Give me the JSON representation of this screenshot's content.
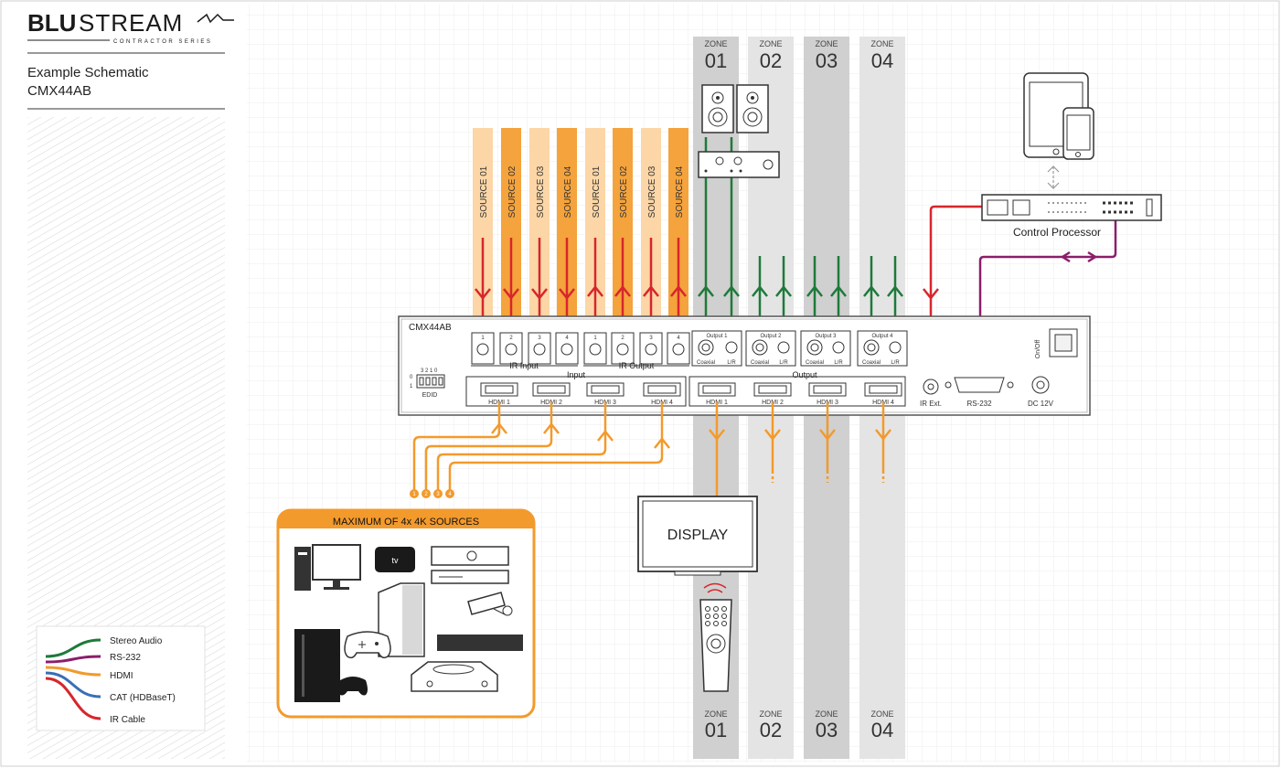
{
  "header": {
    "brand_bold": "BLU",
    "brand_thin": "STREAM",
    "brand_sub": "CONTRACTOR SERIES",
    "title_line1": "Example Schematic",
    "title_line2": "CMX44AB"
  },
  "zones": {
    "word": "ZONE",
    "numbers": [
      "01",
      "02",
      "03",
      "04"
    ]
  },
  "sources": {
    "ir_input": [
      "SOURCE 01",
      "SOURCE 02",
      "SOURCE 03",
      "SOURCE 04"
    ],
    "ir_output": [
      "SOURCE 01",
      "SOURCE 02",
      "SOURCE 03",
      "SOURCE 04"
    ]
  },
  "device": {
    "model": "CMX44AB",
    "ir_port_numbers": [
      "1",
      "2",
      "3",
      "4"
    ],
    "ir_input_label": "IR Input",
    "ir_output_label": "IR Output",
    "audio_outputs": [
      "Output 1",
      "Output 2",
      "Output 3",
      "Output 4"
    ],
    "coaxial": "Coaxial",
    "lr": "L/R",
    "input_group": "Input",
    "output_group": "Output",
    "hdmi_inputs": [
      "HDMI 1",
      "HDMI 2",
      "HDMI 3",
      "HDMI 4"
    ],
    "hdmi_outputs": [
      "HDMI 1",
      "HDMI 2",
      "HDMI 3",
      "HDMI 4"
    ],
    "edid_label": "EDID",
    "edid_bits": "3 2 1 0",
    "edid_levels": [
      "0",
      "1"
    ],
    "ir_ext": "IR Ext.",
    "rs232": "RS-232",
    "dc": "DC 12V",
    "power": "On/Off"
  },
  "control": {
    "label": "Control Processor"
  },
  "display": {
    "label": "DISPLAY"
  },
  "source_box": {
    "title": "MAXIMUM OF 4x 4K SOURCES",
    "markers": [
      "1",
      "2",
      "3",
      "4"
    ]
  },
  "legend": {
    "items": [
      {
        "label": "Stereo Audio",
        "color": "#1e7a3a"
      },
      {
        "label": "RS-232",
        "color": "#8b1e6b"
      },
      {
        "label": "HDMI",
        "color": "#f39a2c"
      },
      {
        "label": "CAT (HDBaseT)",
        "color": "#3a6fb5"
      },
      {
        "label": "IR Cable",
        "color": "#d7262c"
      }
    ]
  },
  "colors": {
    "hdmi": "#f39a2c",
    "ir": "#d7262c",
    "audio": "#1e7a3a",
    "rs232": "#8b1e6b",
    "zone_dark": "#d0d0d0",
    "zone_light": "#e4e4e4",
    "source_dark": "#f5a33c",
    "source_light": "#fcd6a6"
  }
}
